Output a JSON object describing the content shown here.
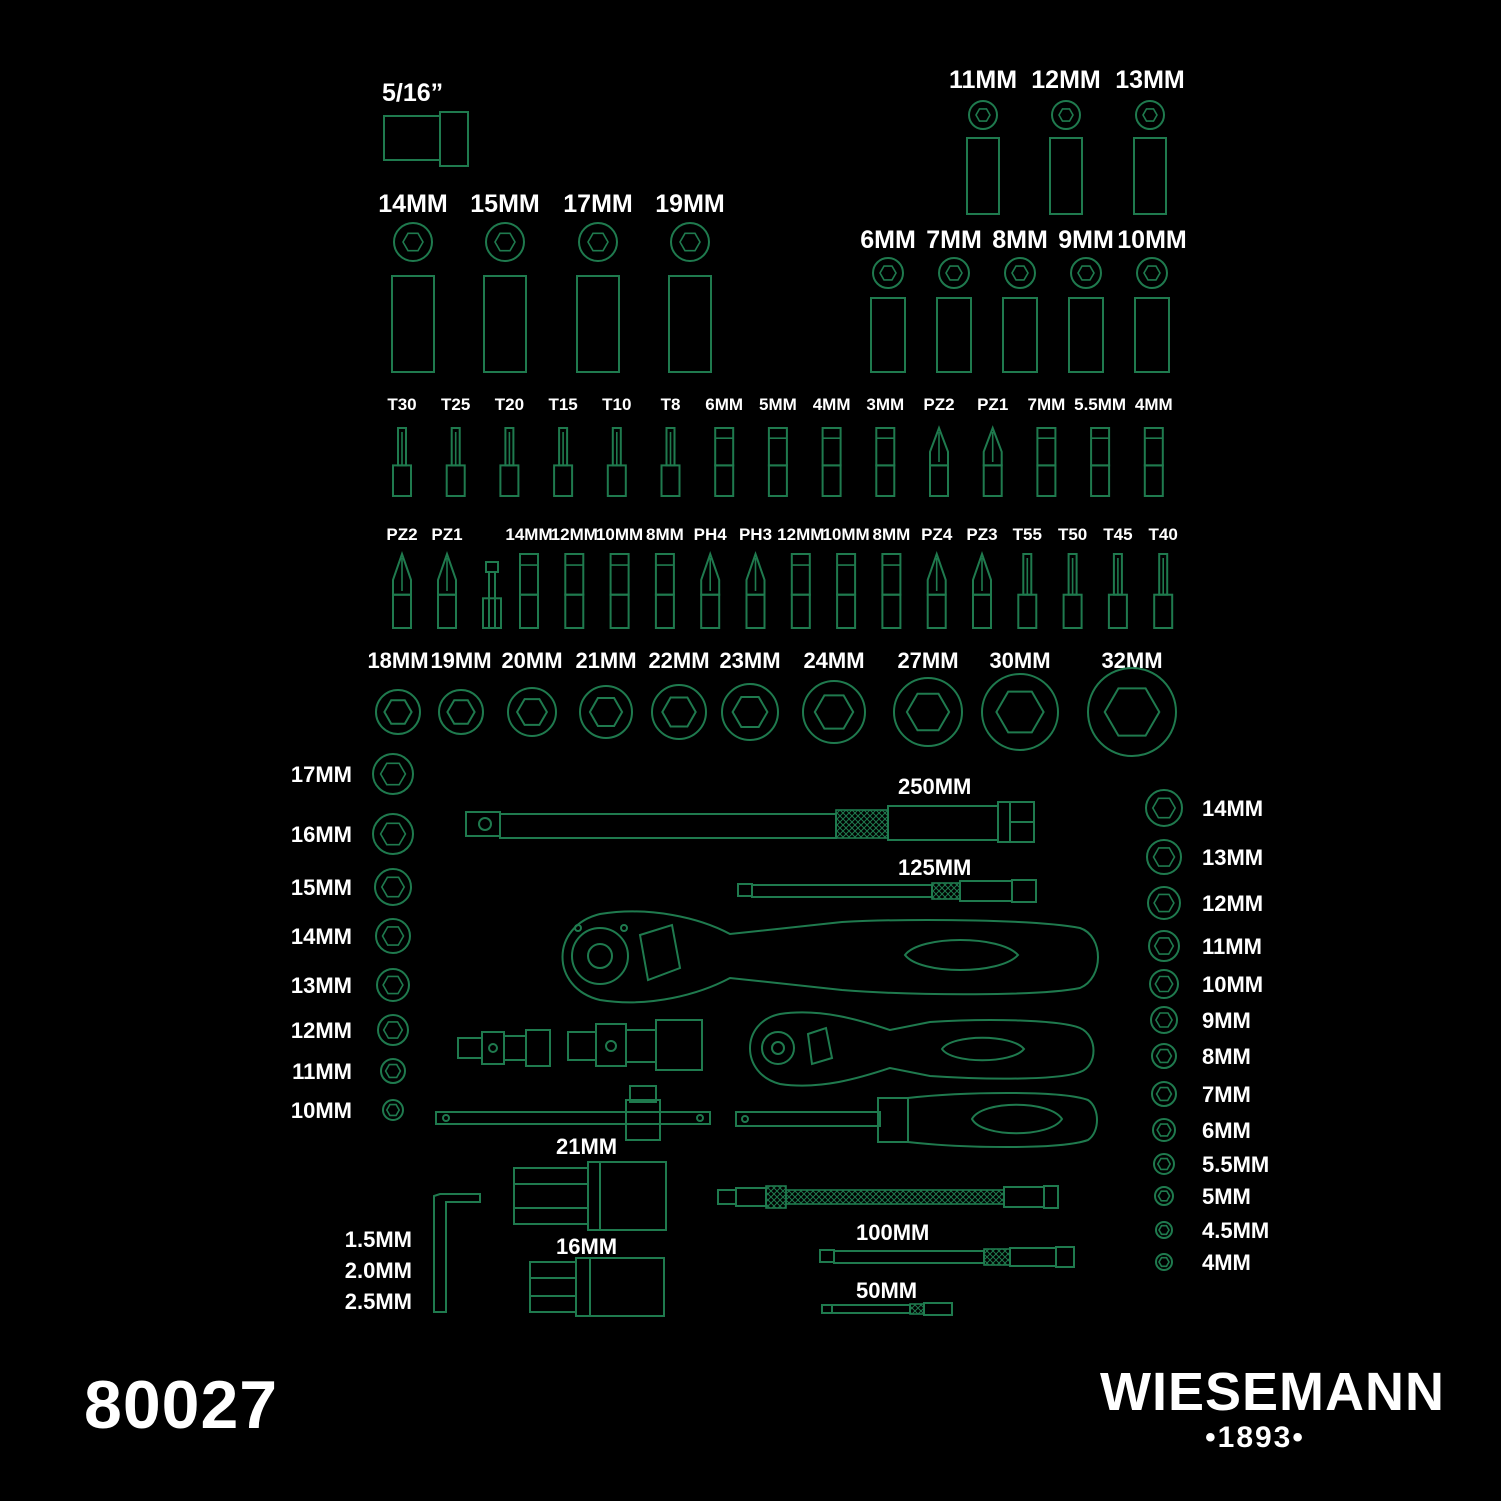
{
  "accent_color": "#1f7a4e",
  "background_color": "#000000",
  "top_left": {
    "label": "5/16”"
  },
  "top_right_sockets": [
    "11MM",
    "12MM",
    "13MM"
  ],
  "deep_sockets_large": [
    "14MM",
    "15MM",
    "17MM",
    "19MM"
  ],
  "deep_sockets_small": [
    "6MM",
    "7MM",
    "8MM",
    "9MM",
    "10MM"
  ],
  "bits_row1": [
    "T30",
    "T25",
    "T20",
    "T15",
    "T10",
    "T8",
    "6MM",
    "5MM",
    "4MM",
    "3MM",
    "PZ2",
    "PZ1",
    "7MM",
    "5.5MM",
    "4MM"
  ],
  "bits_row2_left": [
    "PZ2",
    "PZ1"
  ],
  "bits_row2_right": [
    "14MM",
    "12MM",
    "10MM",
    "8MM",
    "PH4",
    "PH3",
    "12MM",
    "10MM",
    "8MM",
    "PZ4",
    "PZ3",
    "T55",
    "T50",
    "T45",
    "T40"
  ],
  "large_sockets": [
    "18MM",
    "19MM",
    "20MM",
    "21MM",
    "22MM",
    "23MM",
    "24MM",
    "27MM",
    "30MM",
    "32MM"
  ],
  "left_sockets": [
    "17MM",
    "16MM",
    "15MM",
    "14MM",
    "13MM",
    "12MM",
    "11MM",
    "10MM"
  ],
  "right_sockets": [
    "14MM",
    "13MM",
    "12MM",
    "11MM",
    "10MM",
    "9MM",
    "8MM",
    "7MM",
    "6MM",
    "5.5MM",
    "5MM",
    "4.5MM",
    "4MM"
  ],
  "extensions": {
    "ext_250": "250MM",
    "ext_125": "125MM",
    "ext_100": "100MM",
    "ext_50": "50MM"
  },
  "spark_plug_sockets": {
    "large": "21MM",
    "small": "16MM"
  },
  "hex_keys": [
    "1.5MM",
    "2.0MM",
    "2.5MM"
  ],
  "catalog_number": "80027",
  "brand": {
    "name": "WIESEMANN",
    "year": "•1893•"
  }
}
